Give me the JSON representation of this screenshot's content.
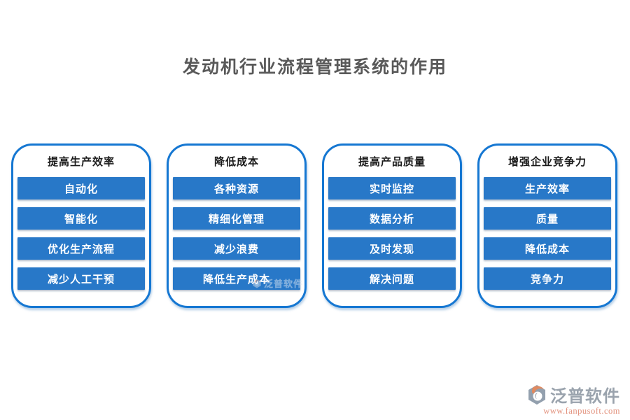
{
  "page": {
    "title": "发动机行业流程管理系统的作用"
  },
  "colors": {
    "button_blue": "#2878C8",
    "border_blue": "#1577D2",
    "title_gray": "#595959",
    "header_dark": "#1a1a1a",
    "logo_gray": "#9aa3ad",
    "logo_orange": "#e2907b"
  },
  "columns": [
    {
      "header": "提高生产效率",
      "items": [
        "自动化",
        "智能化",
        "优化生产流程",
        "减少人工干预"
      ]
    },
    {
      "header": "降低成本",
      "items": [
        "各种资源",
        "精细化管理",
        "减少浪费",
        "降低生产成本"
      ]
    },
    {
      "header": "提高产品质量",
      "items": [
        "实时监控",
        "数据分析",
        "及时发现",
        "解决问题"
      ]
    },
    {
      "header": "增强企业竞争力",
      "items": [
        "生产效率",
        "质量",
        "降低成本",
        "竞争力"
      ]
    }
  ],
  "watermark": {
    "text": "泛普软件"
  },
  "branding": {
    "name": "泛普软件",
    "url": "www.fanpusoft.com",
    "icon": "fanpu-logo-icon"
  }
}
